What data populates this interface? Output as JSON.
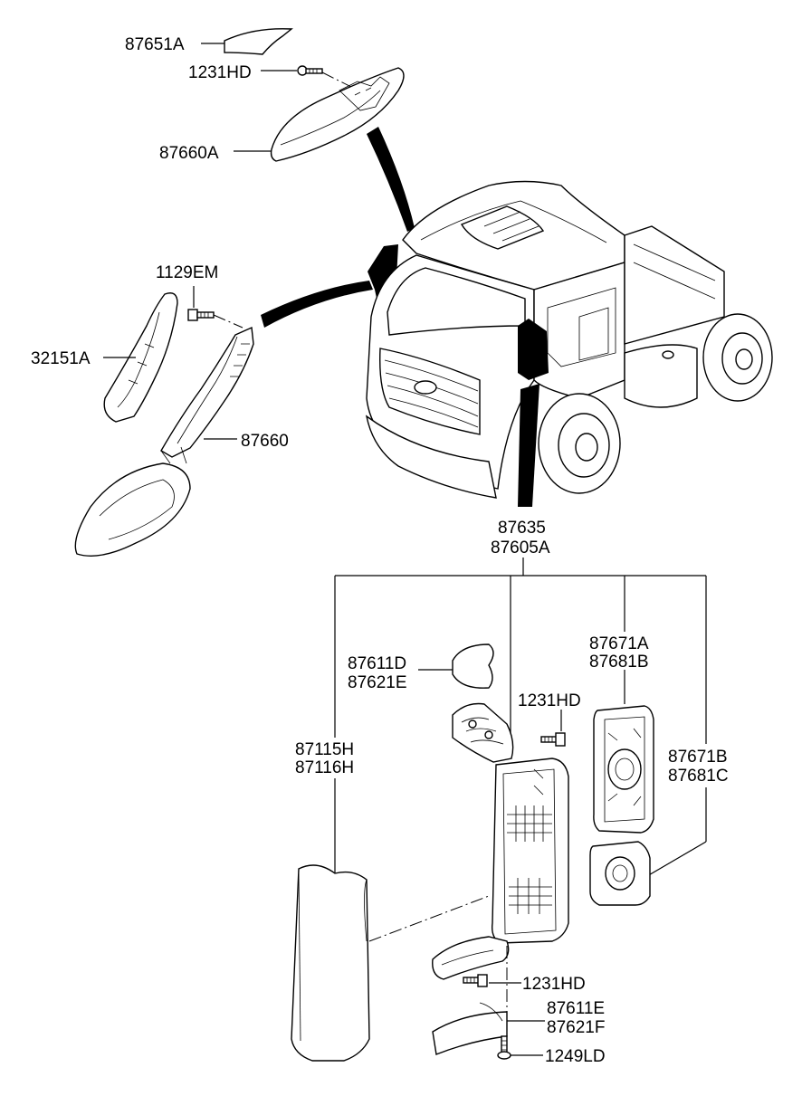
{
  "labels": {
    "p87651A": "87651A",
    "p1231HD_top": "1231HD",
    "p87660A": "87660A",
    "p1129EM": "1129EM",
    "p32151A": "32151A",
    "p87660": "87660",
    "p87635": "87635",
    "p87605A": "87605A",
    "p87611D": "87611D",
    "p87621E": "87621E",
    "p1231HD_mid": "1231HD",
    "p87671A": "87671A",
    "p87681B": "87681B",
    "p87115H": "87115H",
    "p87116H": "87116H",
    "p87671B": "87671B",
    "p87681C": "87681C",
    "p1231HD_low": "1231HD",
    "p87611E": "87611E",
    "p87621F": "87621F",
    "p1249LD": "1249LD"
  }
}
